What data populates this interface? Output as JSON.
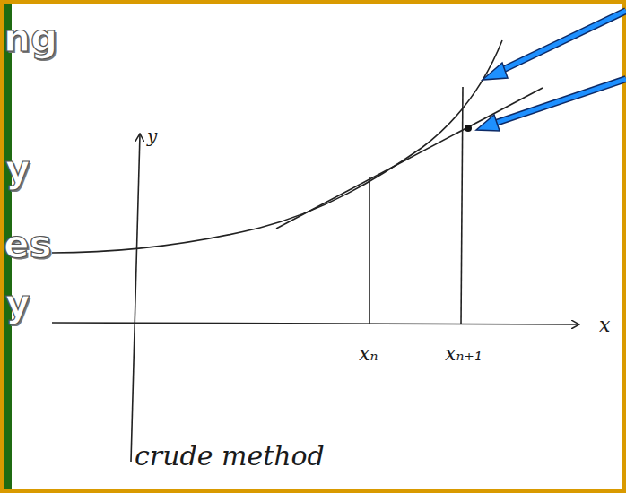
{
  "diagram": {
    "labels": [
      "ng",
      "y",
      "es",
      "y",
      "y",
      "x",
      "xₙ",
      "xₙ₊₁",
      "crude method"
    ]
  }
}
